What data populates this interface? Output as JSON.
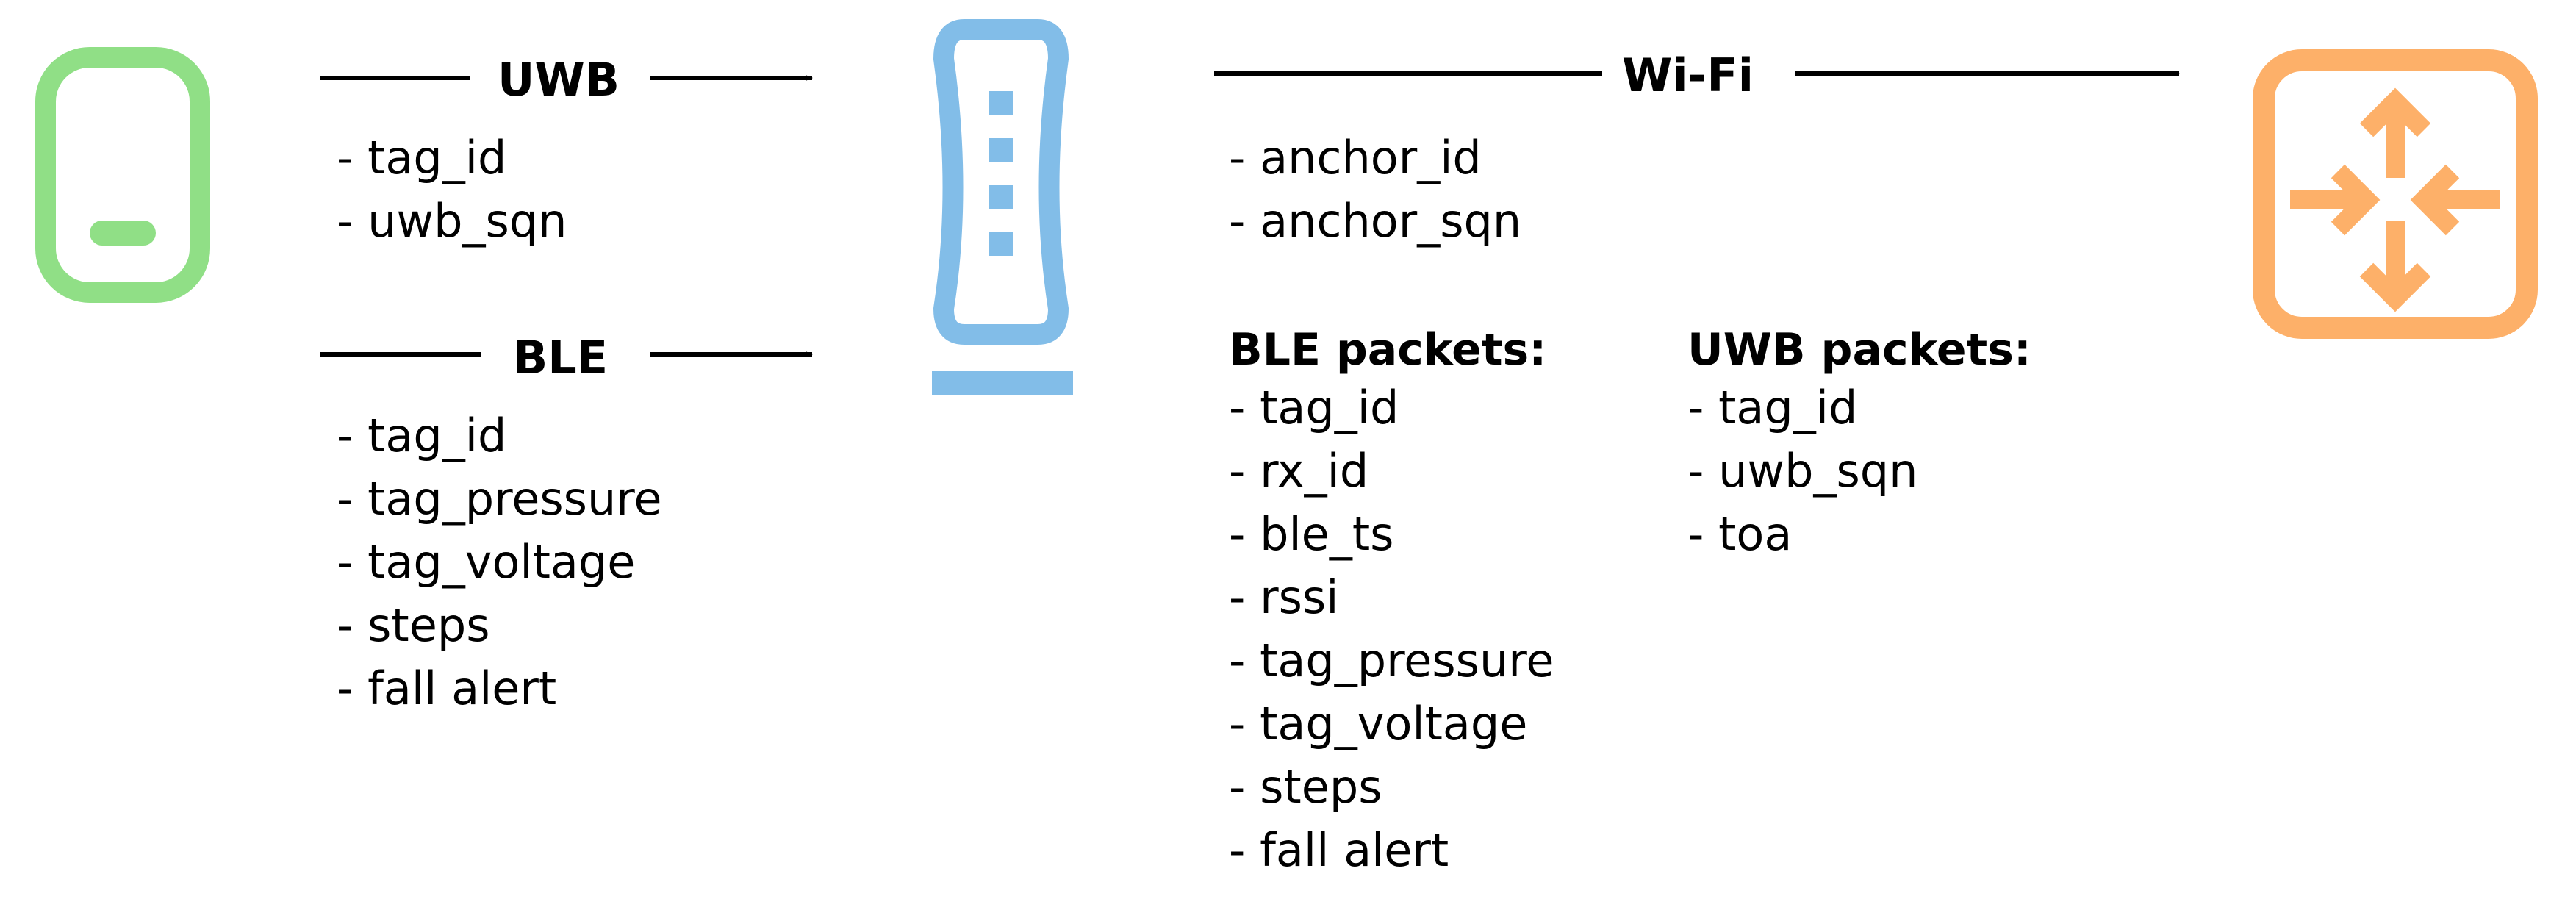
{
  "colors": {
    "tag": "#90df86",
    "anchor": "#82bde8",
    "router": "#fdb069",
    "arrow": "#000000"
  },
  "icons": {
    "tag": "phone-icon",
    "anchor": "anchor-device-icon",
    "router": "router-icon"
  },
  "links": {
    "uwb": "UWB",
    "ble": "BLE",
    "wifi": "Wi-Fi"
  },
  "uwb_fields": [
    "tag_id",
    "uwb_sqn"
  ],
  "ble_fields": [
    "tag_id",
    "tag_pressure",
    "tag_voltage",
    "steps",
    "fall alert"
  ],
  "wifi_fields": [
    "anchor_id",
    "anchor_sqn"
  ],
  "ble_packets": {
    "title": "BLE packets:",
    "fields": [
      "tag_id",
      "rx_id",
      "ble_ts",
      "rssi",
      "tag_pressure",
      "tag_voltage",
      "steps",
      "fall alert"
    ]
  },
  "uwb_packets": {
    "title": "UWB packets:",
    "fields": [
      "tag_id",
      "uwb_sqn",
      "toa"
    ]
  }
}
